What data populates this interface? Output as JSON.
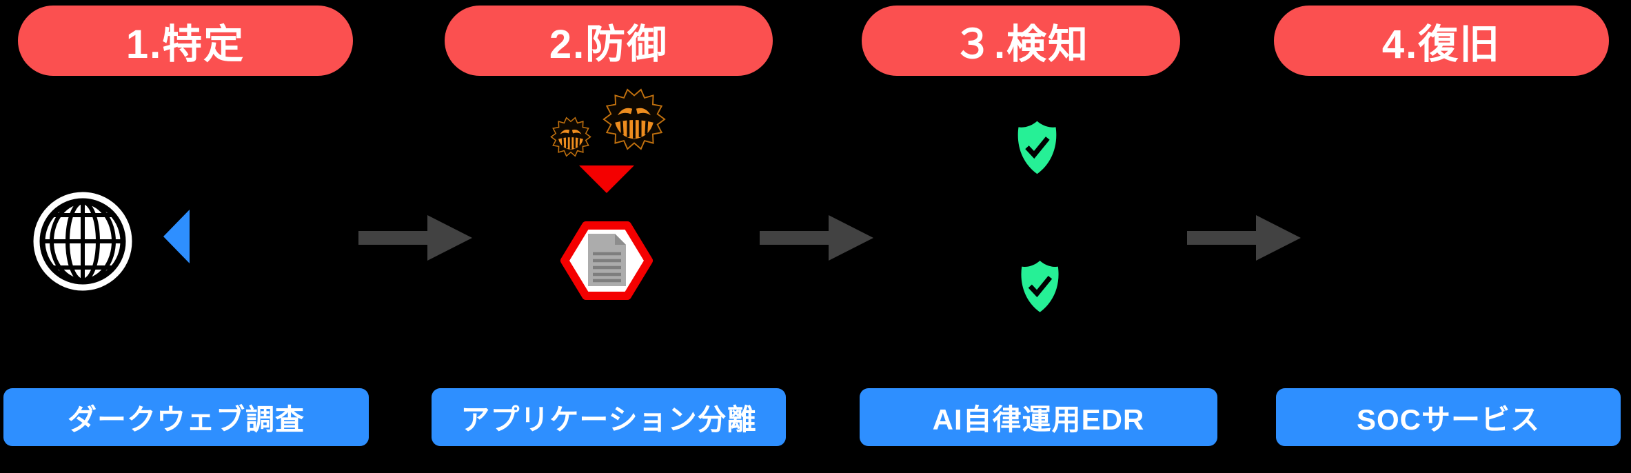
{
  "diagram_title": "security-process-flow",
  "background_color": "#000000",
  "colors": {
    "step_pill_red": "#FB5050",
    "service_bar_blue": "#2E8FFF",
    "danger_red": "#F40000",
    "safe_green": "#26F096",
    "arrow_gray": "#424242",
    "malware_orange": "#EE8D1F",
    "document_gray": "#ACACAC",
    "text_white": "#FFFFFF"
  },
  "steps": [
    {
      "pill_label": "1.特定",
      "service_label": "ダークウェブ調査",
      "icons": [
        "globe-icon",
        "blue-left-triangle-icon"
      ]
    },
    {
      "pill_label": "2.防御",
      "service_label": "アプリケーション分離",
      "icons": [
        "malware-virus-icon-large",
        "malware-virus-icon-small",
        "red-down-arrowhead-icon",
        "quarantine-hexagon-icon",
        "document-icon"
      ]
    },
    {
      "pill_label": "３.検知",
      "service_label": "AI自律運用EDR",
      "icons": [
        "shield-check-icon-top",
        "shield-check-icon-bottom"
      ]
    },
    {
      "pill_label": "4.復旧",
      "service_label": "SOCサービス",
      "icons": []
    }
  ],
  "connectors": [
    {
      "type": "arrow-right"
    },
    {
      "type": "arrow-right"
    },
    {
      "type": "arrow-right"
    }
  ]
}
